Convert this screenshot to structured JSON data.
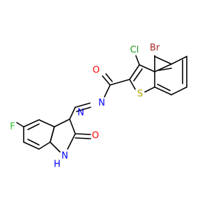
{
  "molecule": {
    "atoms": {
      "br": {
        "label": "Br",
        "color": "#a52a2a"
      },
      "cl": {
        "label": "Cl",
        "color": "#1e9b1e"
      },
      "o_carbonyl": {
        "label": "O",
        "color": "#ff0000"
      },
      "s": {
        "label": "S",
        "color": "#b5a400"
      },
      "n1": {
        "label": "N",
        "color": "#0000ff"
      },
      "n2": {
        "label": "N",
        "color": "#0000ff"
      },
      "f": {
        "label": "F",
        "color": "#2ec22e"
      },
      "o_lactam": {
        "label": "O",
        "color": "#ff0000"
      },
      "nh": {
        "label": "N",
        "color": "#0000ff"
      },
      "h": {
        "label": "H",
        "color": "#0000ff"
      }
    }
  }
}
